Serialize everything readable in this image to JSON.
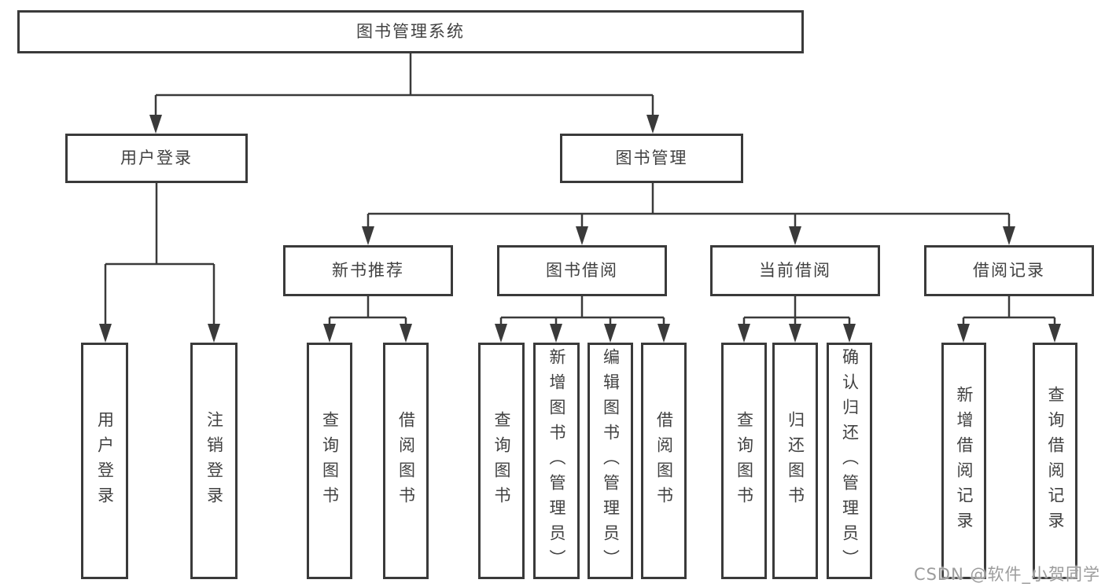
{
  "diagram": {
    "root": {
      "label": "图书管理系统"
    },
    "branches": [
      {
        "label": "用户登录",
        "children": [
          {
            "label": "用户登录"
          },
          {
            "label": "注销登录"
          }
        ]
      },
      {
        "label": "图书管理",
        "children": [
          {
            "label": "新书推荐",
            "children": [
              {
                "label": "查询图书"
              },
              {
                "label": "借阅图书"
              }
            ]
          },
          {
            "label": "图书借阅",
            "children": [
              {
                "label": "查询图书"
              },
              {
                "label": "新增图书（管理员）"
              },
              {
                "label": "编辑图书（管理员）"
              },
              {
                "label": "借阅图书"
              }
            ]
          },
          {
            "label": "当前借阅",
            "children": [
              {
                "label": "查询图书"
              },
              {
                "label": "归还图书"
              },
              {
                "label": "确认归还（管理员）"
              }
            ]
          },
          {
            "label": "借阅记录",
            "children": [
              {
                "label": "新增借阅记录"
              },
              {
                "label": "查询借阅记录"
              }
            ]
          }
        ]
      }
    ]
  },
  "watermark": {
    "text": "CSDN @软件_小贺同学"
  },
  "colors": {
    "line": "#3a3a3a",
    "text": "#414141",
    "background": "#ffffff",
    "watermark": "#9c9c9c"
  }
}
